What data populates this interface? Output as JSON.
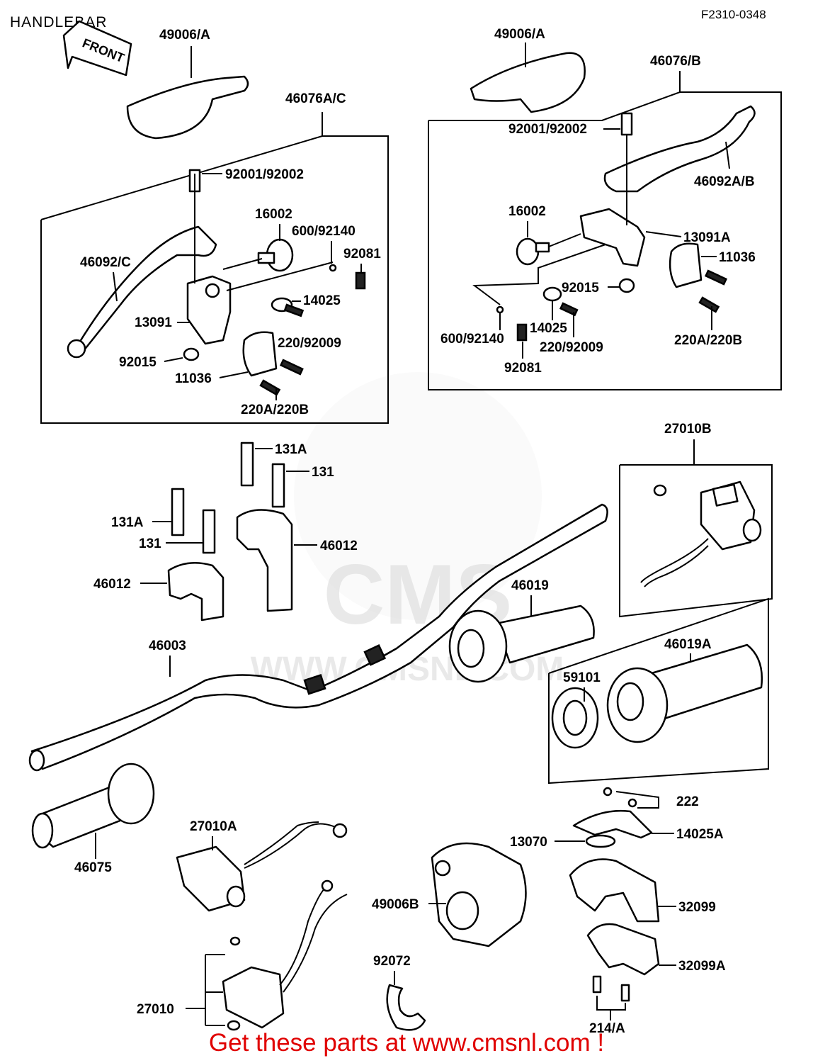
{
  "title": "HANDLEBAR",
  "diagram_code": "F2310-0348",
  "front_arrow": "FRONT",
  "footer": "Get these parts at www.cmsnl.com !",
  "watermark": {
    "logo": "CMS",
    "url": "WWW.CMSNL.COM"
  },
  "callouts": {
    "c_49006A_left": "49006/A",
    "c_49006A_right": "49006/A",
    "c_46076AC": "46076A/C",
    "c_46076B": "46076/B",
    "c_92001_left": "92001/92002",
    "c_92001_right": "92001/92002",
    "c_16002_left": "16002",
    "c_16002_right": "16002",
    "c_600_left": "600/92140",
    "c_600_right": "600/92140",
    "c_92081_left": "92081",
    "c_92081_right": "92081",
    "c_46092C": "46092/C",
    "c_46092AB": "46092A/B",
    "c_14025_left": "14025",
    "c_14025_right": "14025",
    "c_13091": "13091",
    "c_13091A": "13091A",
    "c_220_left": "220/92009",
    "c_220_right": "220/92009",
    "c_92015_left": "92015",
    "c_92015_right": "92015",
    "c_11036_left": "11036",
    "c_11036_right": "11036",
    "c_220AB_left": "220A/220B",
    "c_220AB_right": "220A/220B",
    "c_131A_top": "131A",
    "c_131_top": "131",
    "c_131A_left": "131A",
    "c_131_left": "131",
    "c_46012_right": "46012",
    "c_46012_left": "46012",
    "c_27010B": "27010B",
    "c_46019": "46019",
    "c_46019A": "46019A",
    "c_59101": "59101",
    "c_46003": "46003",
    "c_46075": "46075",
    "c_27010A": "27010A",
    "c_222": "222",
    "c_14025A": "14025A",
    "c_13070": "13070",
    "c_49006B": "49006B",
    "c_32099": "32099",
    "c_32099A": "32099A",
    "c_92072": "92072",
    "c_27010": "27010",
    "c_214A": "214/A"
  },
  "colors": {
    "line": "#000000",
    "footer": "#e00000",
    "watermark": "#cfcfcf"
  }
}
